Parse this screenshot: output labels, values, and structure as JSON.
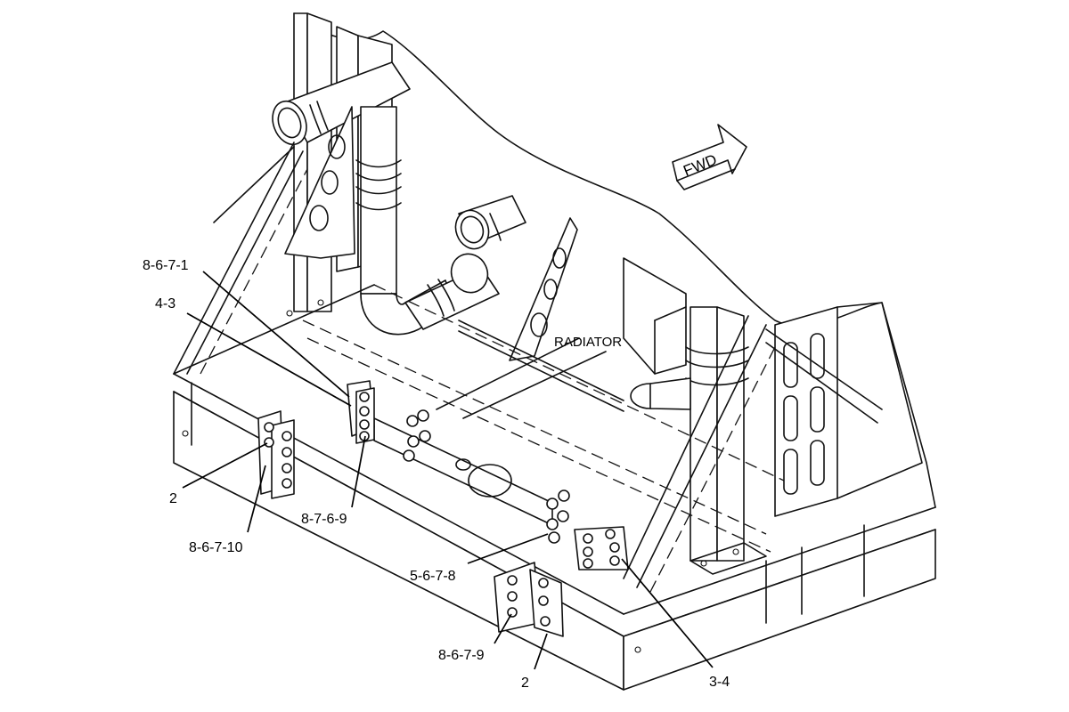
{
  "labels": {
    "radiator": "RADIATOR",
    "forward": "FWD"
  },
  "callouts": [
    "8-6-7-1",
    "4-3",
    "2",
    "8-6-7-10",
    "8-7-6-9",
    "5-6-7-8",
    "8-6-7-9",
    "2",
    "3-4"
  ]
}
